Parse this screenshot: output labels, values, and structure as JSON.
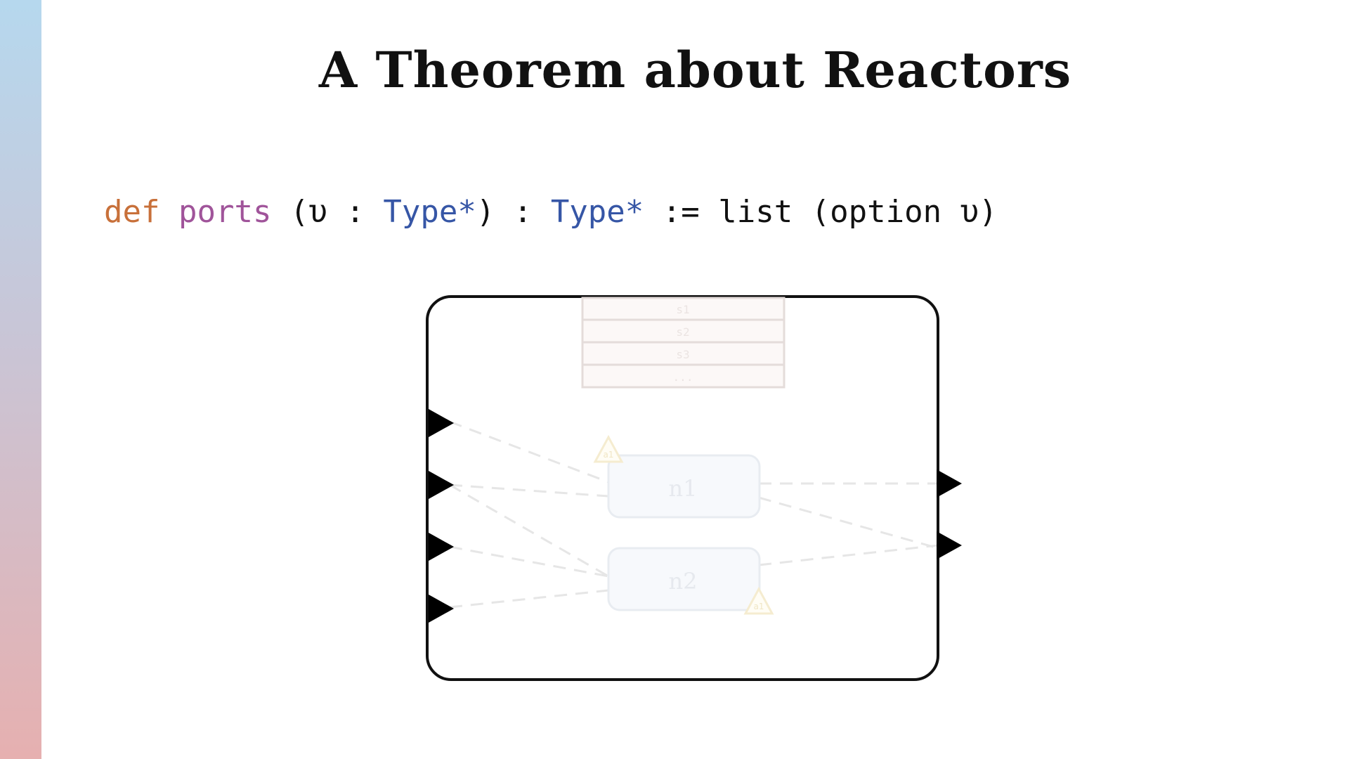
{
  "title": "A Theorem about Reactors",
  "code": {
    "keyword": "def",
    "name": "ports",
    "part1": " (υ : ",
    "type1": "Type*",
    "part2": ") : ",
    "type2": "Type*",
    "part3": " := list (option υ)"
  },
  "colors": {
    "keyword": "#c8703a",
    "name": "#a0549a",
    "type": "#3656a6"
  },
  "diagram": {
    "state_rows": [
      "s1",
      "s2",
      "s3",
      "..."
    ],
    "nodes": [
      {
        "label": "n1",
        "action": "a1"
      },
      {
        "label": "n2",
        "action": "a1"
      }
    ],
    "input_port_count": 4,
    "output_port_count": 2
  }
}
